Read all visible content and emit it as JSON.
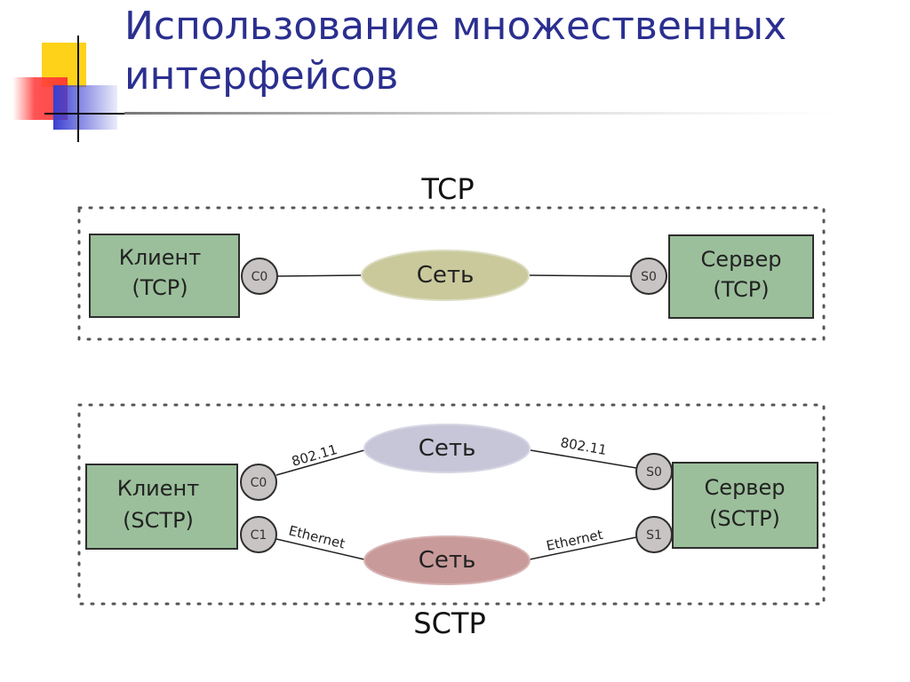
{
  "slide": {
    "title": "Использование множественных интерфейсов"
  },
  "colors": {
    "title_text": "#2b2f8f",
    "host_box_fill": "#9bbf9b",
    "host_box_stroke": "#2e2e2e",
    "port_fill": "#c9c4c4",
    "tcp_network_fill": "#c9c99c",
    "sctp_network_top_fill": "#c6c6d8",
    "sctp_network_bottom_fill": "#c99a9a"
  },
  "tcp": {
    "section_label": "TCP",
    "client": {
      "line1": "Клиент",
      "line2": "(TCP)"
    },
    "server": {
      "line1": "Сервер",
      "line2": "(TCP)"
    },
    "client_port": "C0",
    "server_port": "S0",
    "network": "Сеть"
  },
  "sctp": {
    "section_label": "SCTP",
    "client": {
      "line1": "Клиент",
      "line2": "(SCTP)"
    },
    "server": {
      "line1": "Сервер",
      "line2": "(SCTP)"
    },
    "client_ports": [
      "C0",
      "C1"
    ],
    "server_ports": [
      "S0",
      "S1"
    ],
    "networks": [
      "Сеть",
      "Сеть"
    ],
    "link_labels": {
      "client_top": "802.11",
      "server_top": "802.11",
      "client_bottom": "Ethernet",
      "server_bottom": "Ethernet"
    }
  }
}
